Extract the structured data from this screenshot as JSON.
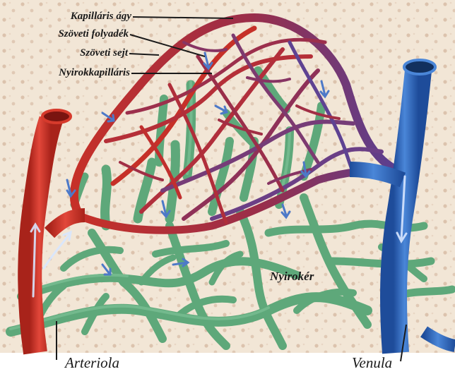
{
  "labels": {
    "kapillaris_agy": "Kapilláris ágy",
    "szoveti_folyadek": "Szöveti folyadék",
    "szoveti_sejt": "Szöveti sejt",
    "nyirokkapillaris": "Nyirokkapilláris",
    "nyiroker": "Nyirokér",
    "arteriola": "Arteriola",
    "venula": "Venula"
  },
  "colors": {
    "background": "#f2e6d6",
    "cell_dot": "#dcc3ad",
    "arteriole": "#d63a2c",
    "arteriole_dark": "#a8231a",
    "capillary_red": "#c63028",
    "capillary_purple": "#7a3d7a",
    "venule": "#2a5fb8",
    "venule_light": "#4a86d8",
    "lymph": "#5ea87a",
    "lymph_light": "#7cc196",
    "arrow": "#4d79c8",
    "leader_line": "#1a1a1a"
  }
}
